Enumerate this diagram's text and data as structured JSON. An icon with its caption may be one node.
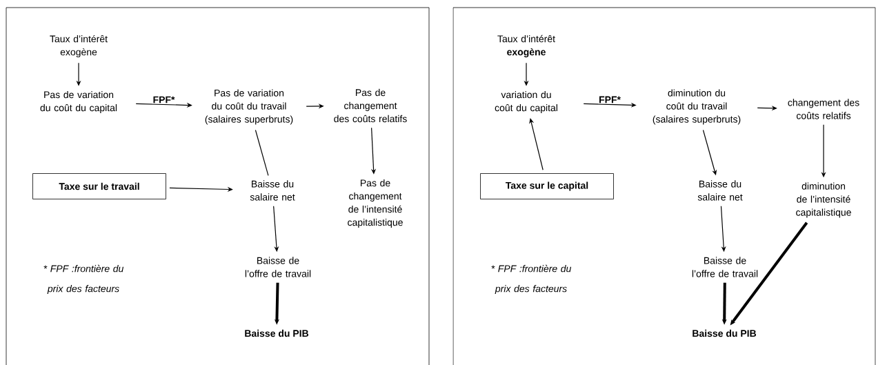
{
  "diagram": {
    "nodes": [
      {
        "text": [
          "Taux d’intérêt exogène"
        ]
      },
      {
        "text": [
          "Pas de variation du coût du capital"
        ]
      },
      {
        "text": [
          "Pas de variation du coût du travail (salaires superbruts)"
        ]
      },
      {
        "text": [
          "Pas de changement des coûts relatifs"
        ]
      },
      {
        "text": [
          "Taxe sur le travail"
        ]
      },
      {
        "text": [
          "Baisse du salaire net"
        ]
      },
      {
        "text": [
          "Pas de changement de l’intensité capitalistique"
        ]
      },
      {
        "text": [
          "Baisse de l’offre de travail"
        ]
      },
      {
        "text": [
          "Baisse du PIB"
        ]
      },
      {
        "text": [
          "Taux d’intérêt **exogène**"
        ]
      },
      {
        "text": [
          "variation du coût du capital"
        ]
      },
      {
        "text": [
          "diminution du coût du travail (salaires superbruts)"
        ]
      },
      {
        "text": [
          "changement des coûts relatifs"
        ]
      },
      {
        "text": [
          "Taxe sur le capital"
        ]
      },
      {
        "text": [
          "Baisse du salaire net"
        ]
      },
      {
        "text": [
          "diminution de l’intensité capitalistique"
        ]
      },
      {
        "text": [
          "Baisse de l’offre de travail"
        ]
      },
      {
        "text": [
          "Baisse du PIB"
        ]
      }
    ],
    "edges": [
      {
        "from": 0,
        "to": 1,
        "arrow": "to"
      },
      {
        "from": 1,
        "to": 2,
        "arrow": "to",
        "label": "FPF*"
      },
      {
        "from": 2,
        "to": 3,
        "arrow": "to"
      },
      {
        "from": 3,
        "to": 6,
        "arrow": "to"
      },
      {
        "from": 2,
        "to": 5,
        "arrow": "none"
      },
      {
        "from": 4,
        "to": 5,
        "arrow": "to"
      },
      {
        "from": 5,
        "to": 7,
        "arrow": "to"
      },
      {
        "from": 7,
        "to": 8,
        "arrow": "to",
        "style": "thick"
      },
      {
        "from": 9,
        "to": 10,
        "arrow": "to"
      },
      {
        "from": 13,
        "to": 10,
        "arrow": "to"
      },
      {
        "from": 10,
        "to": 11,
        "arrow": "to",
        "label": "FPF*"
      },
      {
        "from": 11,
        "to": 12,
        "arrow": "to"
      },
      {
        "from": 11,
        "to": 14,
        "arrow": "to"
      },
      {
        "from": 12,
        "to": 15,
        "arrow": "to"
      },
      {
        "from": 14,
        "to": 16,
        "arrow": "to"
      },
      {
        "from": 16,
        "to": 17,
        "arrow": "to",
        "style": "thick"
      },
      {
        "from": 15,
        "to": 17,
        "arrow": "to",
        "style": "thick"
      }
    ],
    "labels": [
      "* FPF :frontière du prix des facteurs",
      "* FPF :frontière du prix des facteurs"
    ]
  }
}
